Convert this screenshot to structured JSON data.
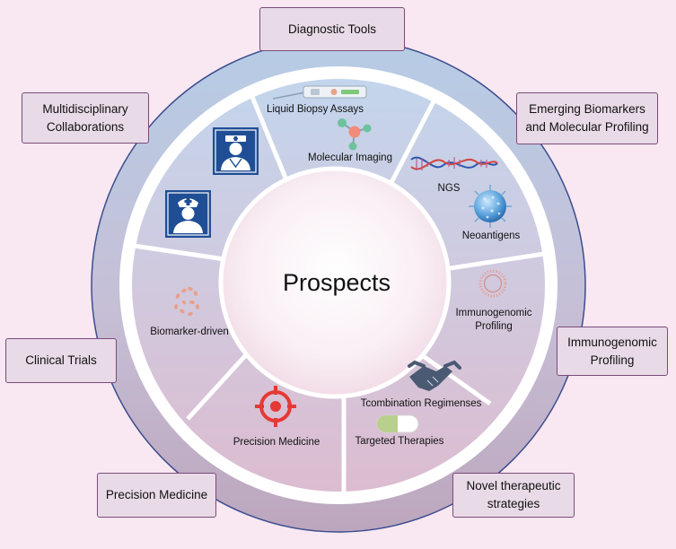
{
  "center": {
    "title": "Prospects"
  },
  "outer_labels": {
    "diagnostic_tools": "Diagnostic Tools",
    "multidisciplinary": "Multidisciplinary\nCollaborations",
    "emerging_biomarkers": "Emerging Biomarkers\nand Molecular Profiling",
    "immunogenomic": "Immunogenomic\nProfiling",
    "clinical_trials": "Clinical Trials",
    "precision_medicine": "Precision Medicine",
    "novel_strategies": "Novel therapeutic\nstrategies"
  },
  "segment_labels": {
    "liquid_biopsy": "Liquid Biopsy Assays",
    "molecular_imaging": "Molecular Imaging",
    "ngs": "NGS",
    "neoantigens": "Neoantigens",
    "immunogenomic_line1": "Immunogenomic",
    "immunogenomic_line2": "Profiling",
    "combination": "Tcombination Regimenses",
    "targeted": "Targeted Therapies",
    "precision_medicine": "Precision Medicine",
    "biomarker_driven": "Biomarker-driven"
  },
  "icons": {
    "doctor_male": "doctor-icon",
    "doctor_female": "nurse-icon",
    "biopsy": "liquid-biopsy-test-icon",
    "molecule": "molecule-icon",
    "dna": "dna-helix-icon",
    "virus": "virus-icon",
    "ring": "immune-cell-ring-icon",
    "handshake": "handshake-icon",
    "pill": "capsule-pill-icon",
    "target": "crosshair-target-icon",
    "dots": "biomarker-dots-icon"
  },
  "colors": {
    "background": "#f9e7f1",
    "box_fill": "#e8dae6",
    "box_border": "#7a4b7a",
    "ring_border": "#3b4d8f",
    "target_red": "#e53935",
    "doctor_blue": "#1f4e95"
  }
}
